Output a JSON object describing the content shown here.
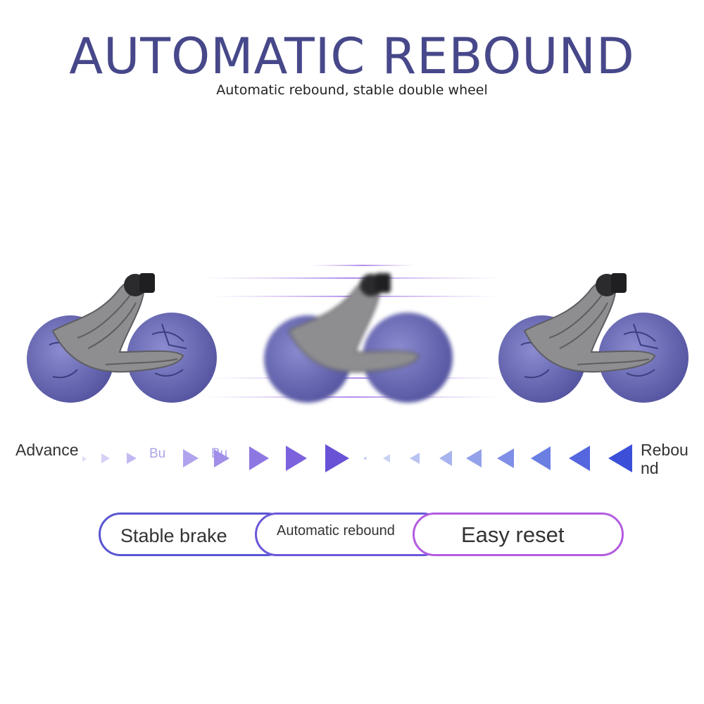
{
  "header": {
    "title": "AUTOMATIC REBOUND",
    "subtitle": "Automatic rebound, stable double wheel"
  },
  "arrows": {
    "advance_label": "Advance",
    "rebound_label": "Rebou nd",
    "watermark_1": "Bu",
    "watermark_2": "Bu"
  },
  "features": {
    "pill_1": "Stable brake",
    "pill_2": "Automatic rebound",
    "pill_3": "Easy reset"
  },
  "colors": {
    "title": "#47488a",
    "wheel": "#6a6bb8",
    "frame": "#8b8b8e",
    "arrow_forward": "#6a52d6",
    "arrow_back": "#3c4fd9",
    "pill_border": "#6657d8"
  }
}
